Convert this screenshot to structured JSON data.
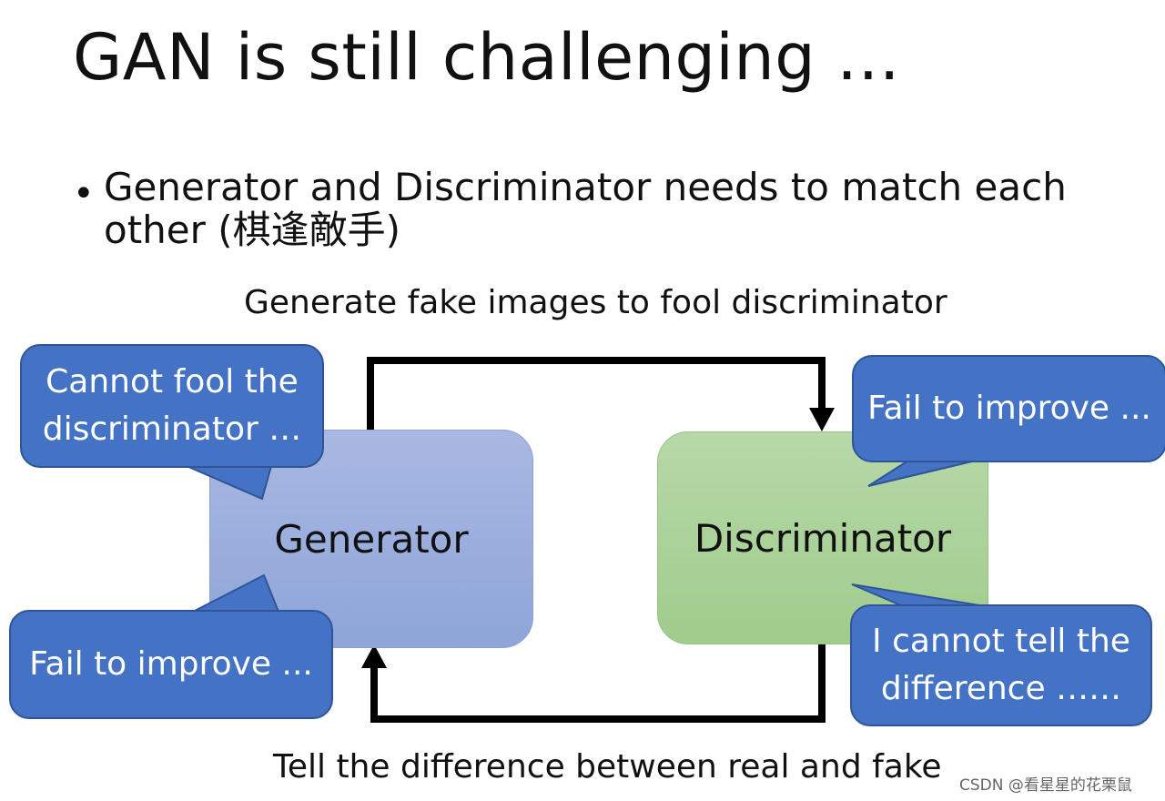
{
  "slide": {
    "title": "GAN is still challenging …",
    "bullet_mark": "•",
    "bullet_text": "Generator and Discriminator needs to match each other (棋逢敵手)",
    "caption_top": "Generate fake images to fool discriminator",
    "caption_bottom": "Tell the difference between real and fake"
  },
  "diagram": {
    "generator_label": "Generator",
    "discriminator_label": "Discriminator",
    "colors": {
      "generator_fill": "#9aaede",
      "discriminator_fill": "#abd399",
      "bubble_fill": "#4472c4",
      "arrow": "#000000"
    }
  },
  "bubbles": {
    "generator_top": {
      "line1": "Cannot fool the",
      "line2": "discriminator …"
    },
    "generator_bottom": {
      "line1": "Fail to improve ..."
    },
    "discriminator_top": {
      "line1": "Fail to improve ..."
    },
    "discriminator_bottom": {
      "line1": "I cannot tell the",
      "line2": "difference ……"
    }
  },
  "watermark": "CSDN @看星星的花栗鼠"
}
